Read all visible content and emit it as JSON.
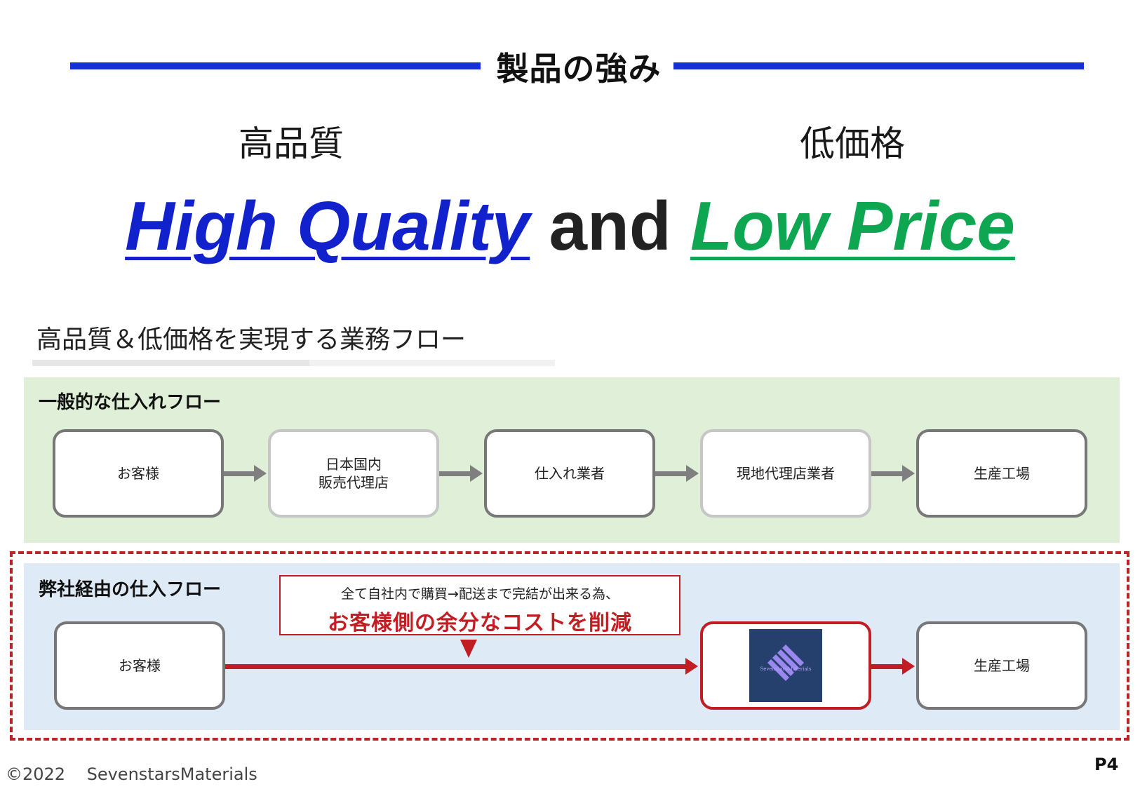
{
  "header": {
    "section_title": "製品の強み",
    "label_left": "高品質",
    "label_right": "低価格",
    "tagline_hq": "High Quality",
    "tagline_and": "and",
    "tagline_lp": "Low Price"
  },
  "subheading": "高品質＆低価格を実現する業務フロー",
  "general_flow": {
    "heading": "一般的な仕入れフロー",
    "nodes": [
      {
        "line1": "お客様",
        "line2": ""
      },
      {
        "line1": "日本国内",
        "line2": "販売代理店"
      },
      {
        "line1": "仕入れ業者",
        "line2": ""
      },
      {
        "line1": "現地代理店業者",
        "line2": ""
      },
      {
        "line1": "生産工場",
        "line2": ""
      }
    ]
  },
  "our_flow": {
    "heading": "弊社経由の仕入フロー",
    "callout_line1": "全て自社内で購買→配送まで完結が出来る為、",
    "callout_line2": "お客様側の余分なコストを削減",
    "customer": "お客様",
    "company_logo_text": "SevenstarsMaterials",
    "factory": "生産工場"
  },
  "footer": {
    "copyright": "©2022    SevenstarsMaterials",
    "page": "P4"
  },
  "colors": {
    "accent_blue": "#1530d9",
    "accent_green": "#0fa652",
    "accent_red": "#c01e22",
    "panel_green": "#e0efd8",
    "panel_blue": "#deebf6"
  }
}
